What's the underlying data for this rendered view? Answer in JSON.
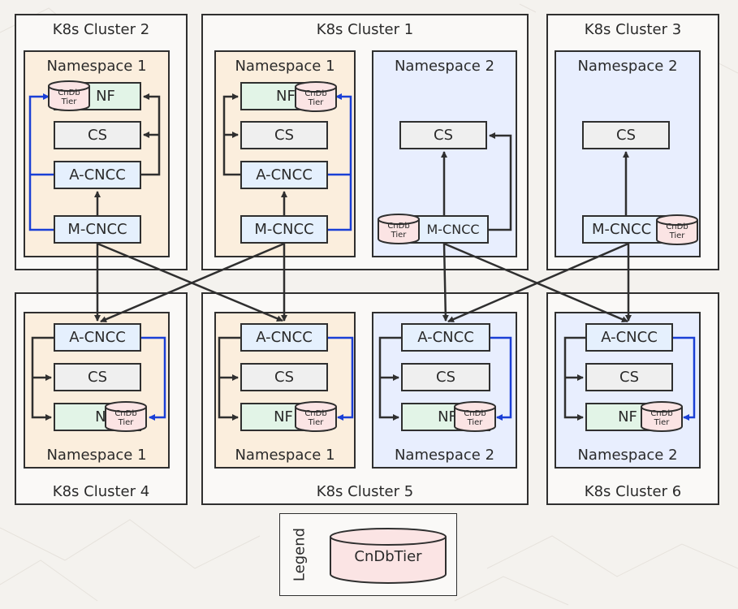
{
  "clusters": {
    "c1": {
      "title": "K8s Cluster 1"
    },
    "c2": {
      "title": "K8s Cluster 2"
    },
    "c3": {
      "title": "K8s Cluster 3"
    },
    "c4": {
      "title": "K8s Cluster 4"
    },
    "c5": {
      "title": "K8s Cluster 5"
    },
    "c6": {
      "title": "K8s Cluster 6"
    }
  },
  "namespaces": {
    "ns1": "Namespace 1",
    "ns2": "Namespace 2"
  },
  "components": {
    "nf": "NF",
    "cs": "CS",
    "acncc": "A-CNCC",
    "mcncc": "M-CNCC"
  },
  "cndbtier_small": {
    "line1": "CnDb",
    "line2": "Tier"
  },
  "legend": {
    "title": "Legend",
    "item": "CnDbTier"
  },
  "colors": {
    "namespace1_fill": "#fbeedd",
    "namespace2_fill": "#e8eefe",
    "nf_fill": "#e2f4e7",
    "cs_fill": "#efefef",
    "cncc_fill": "#e5f0fd",
    "cndbtier_fill": "#fbe4e4",
    "replication_arrow": "#1a3fd6",
    "connector": "#2f2f2f"
  }
}
